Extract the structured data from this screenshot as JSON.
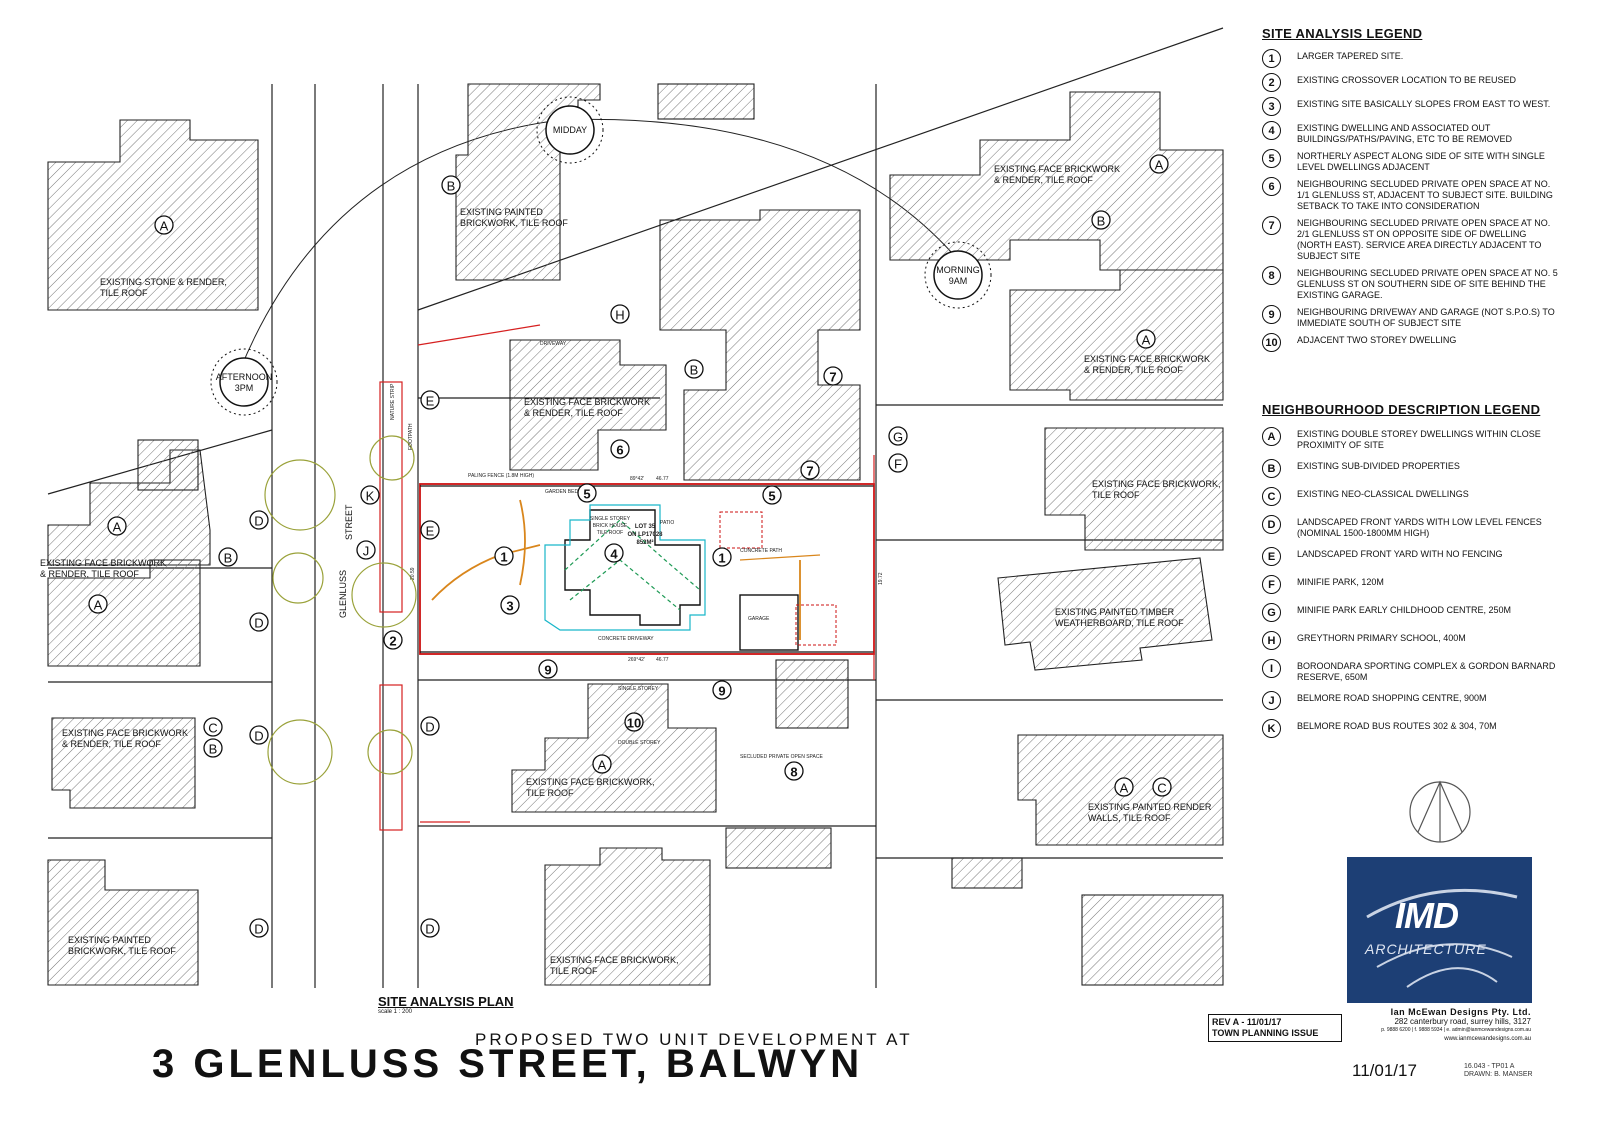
{
  "legend": {
    "title": "SITE ANALYSIS LEGEND",
    "items": [
      {
        "key": "1",
        "text": "LARGER TAPERED SITE."
      },
      {
        "key": "2",
        "text": "EXISTING CROSSOVER LOCATION TO BE REUSED"
      },
      {
        "key": "3",
        "text": "EXISTING SITE BASICALLY SLOPES FROM EAST TO WEST."
      },
      {
        "key": "4",
        "text": "EXISTING DWELLING AND ASSOCIATED OUT BUILDINGS/PATHS/PAVING, ETC TO BE REMOVED"
      },
      {
        "key": "5",
        "text": "NORTHERLY ASPECT ALONG SIDE OF SITE WITH SINGLE LEVEL DWELLINGS ADJACENT"
      },
      {
        "key": "6",
        "text": "NEIGHBOURING SECLUDED PRIVATE OPEN SPACE AT No. 1/1 GLENLUSS ST, ADJACENT TO SUBJECT SITE. BUILDING SETBACK TO TAKE INTO CONSIDERATION"
      },
      {
        "key": "7",
        "text": "NEIGHBOURING SECLUDED PRIVATE OPEN SPACE AT No. 2/1 GLENLUSS ST ON OPPOSITE SIDE OF DWELLING (NORTH EAST). SERVICE AREA DIRECTLY ADJACENT TO SUBJECT SITE"
      },
      {
        "key": "8",
        "text": "NEIGHBOURING SECLUDED PRIVATE OPEN SPACE AT No. 5 GLENLUSS ST ON SOUTHERN SIDE OF SITE BEHIND THE EXISTING GARAGE."
      },
      {
        "key": "9",
        "text": "NEIGHBOURING DRIVEWAY AND GARAGE (NOT S.P.O.S) TO IMMEDIATE SOUTH OF SUBJECT SITE"
      },
      {
        "key": "10",
        "text": "ADJACENT TWO STOREY DWELLING"
      }
    ]
  },
  "neighbourhood": {
    "title": "NEIGHBOURHOOD DESCRIPTION LEGEND",
    "items": [
      {
        "key": "A",
        "text": "EXISTING DOUBLE STOREY DWELLINGS WITHIN CLOSE PROXIMITY OF SITE"
      },
      {
        "key": "B",
        "text": "EXISTING SUB-DIVIDED PROPERTIES"
      },
      {
        "key": "C",
        "text": "EXISTING NEO-CLASSICAL DWELLINGS"
      },
      {
        "key": "D",
        "text": "LANDSCAPED FRONT YARDS WITH LOW LEVEL FENCES (NOMINAL 1500-1800mm HIGH)"
      },
      {
        "key": "E",
        "text": "LANDSCAPED FRONT YARD WITH NO FENCING"
      },
      {
        "key": "F",
        "text": "MINIFIE PARK, 120m"
      },
      {
        "key": "G",
        "text": "MINIFIE PARK EARLY CHILDHOOD CENTRE, 250m"
      },
      {
        "key": "H",
        "text": "GREYTHORN PRIMARY SCHOOL, 400m"
      },
      {
        "key": "I",
        "text": "BOROONDARA SPORTING COMPLEX & GORDON BARNARD RESERVE, 650m"
      },
      {
        "key": "J",
        "text": "BELMORE ROAD SHOPPING CENTRE, 900m"
      },
      {
        "key": "K",
        "text": "BELMORE ROAD BUS ROUTES 302 & 304, 70m"
      }
    ]
  },
  "plan": {
    "title": "SITE ANALYSIS PLAN",
    "scale": "scale 1 : 200",
    "street_a": "GLENLUSS",
    "street_b": "STREET",
    "sun_midday": "MIDDAY",
    "sun_morning_1": "MORNING",
    "sun_morning_2": "9AM",
    "sun_afternoon_1": "AFTERNOON",
    "sun_afternoon_2": "3PM",
    "lot_1": "LOT 35",
    "lot_2": "ON LP17028",
    "lot_3": "852m²",
    "subject_house_1": "SINGLE STOREY",
    "subject_house_2": "BRICK HOUSE",
    "subject_house_3": "TILE ROOF",
    "bearing_top": "89°42'",
    "length_top": "46.77",
    "bearing_bottom": "269°42'",
    "length_bottom": "46.77",
    "width_front": "20.59",
    "width_rear": "19.72",
    "buildings": [
      {
        "id": "b1",
        "line1": "EXISTING STONE & RENDER,",
        "line2": "TILE ROOF"
      },
      {
        "id": "b2",
        "line1": "EXISTING PAINTED",
        "line2": "BRICKWORK, TILE ROOF"
      },
      {
        "id": "b3",
        "line1": "EXISTING FACE BRICKWORK",
        "line2": "& RENDER, TILE ROOF"
      },
      {
        "id": "b4",
        "line1": "EXISTING FACE BRICKWORK",
        "line2": "& RENDER, TILE ROOF"
      },
      {
        "id": "b5",
        "line1": "EXISTING FACE BRICKWORK",
        "line2": "& RENDER, TILE ROOF"
      },
      {
        "id": "b6",
        "line1": "EXISTING FACE BRICKWORK,",
        "line2": "TILE ROOF"
      },
      {
        "id": "b7",
        "line1": "EXISTING PAINTED TIMBER",
        "line2": "WEATHERBOARD, TILE ROOF"
      },
      {
        "id": "b8",
        "line1": "EXISTING FACE BRICKWORK",
        "line2": "& RENDER, TILE ROOF"
      },
      {
        "id": "b9",
        "line1": "EXISTING FACE BRICKWORK",
        "line2": "& RENDER, TILE ROOF"
      },
      {
        "id": "b10",
        "line1": "EXISTING FACE BRICKWORK,",
        "line2": "TILE ROOF"
      },
      {
        "id": "b11",
        "line1": "EXISTING PAINTED RENDER",
        "line2": "WALLS, TILE ROOF"
      },
      {
        "id": "b12",
        "line1": "EXISTING PAINTED",
        "line2": "BRICKWORK, TILE ROOF"
      },
      {
        "id": "b13",
        "line1": "EXISTING FACE BRICKWORK,",
        "line2": "TILE ROOF"
      }
    ],
    "small_labels": {
      "single_storey": "SINGLE STOREY",
      "double_storey": "DOUBLE STOREY",
      "driveway": "DRIVEWAY",
      "garden_bed": "GARDEN BED",
      "concrete_path": "CONCRETE PATH",
      "concrete_driveway": "CONCRETE DRIVEWAY",
      "secluded_pos": "SECLUDED PRIVATE OPEN SPACE",
      "paling_fence": "PALING FENCE (1.8m HIGH)",
      "footpath": "FOOTPATH",
      "nature_strip": "NATURE STRIP",
      "garage": "GARAGE",
      "patio": "PATIO"
    }
  },
  "project": {
    "subtitle": "PROPOSED TWO UNIT DEVELOPMENT AT",
    "address": "3 GLENLUSS STREET, BALWYN"
  },
  "revision": {
    "line1": "REV A - 11/01/17",
    "line2": "TOWN PLANNING ISSUE"
  },
  "firm": {
    "logo_big": "IMD",
    "logo_sub": "ARCHITECTURE",
    "name": "Ian McEwan Designs Pty. Ltd.",
    "address": "282 canterbury road, surrey hills, 3127",
    "contact": "p. 9888 6200 | f. 9888 5934 | e. admin@ianmcewandesigns.com.au",
    "web": "www.ianmcewandesigns.com.au"
  },
  "date": "11/01/17",
  "drawing": {
    "code": "16.043 - TP01 A",
    "drawn": "DRAWN: B. MANSER"
  },
  "colors": {
    "boundary": "#cc1111",
    "fence": "#d62020",
    "hatch": "#555555",
    "tree": "#9aa23a",
    "cyan": "#19b6c9",
    "green": "#1e9a55",
    "orange": "#d9861c",
    "logo_bg": "#1d3f75"
  }
}
